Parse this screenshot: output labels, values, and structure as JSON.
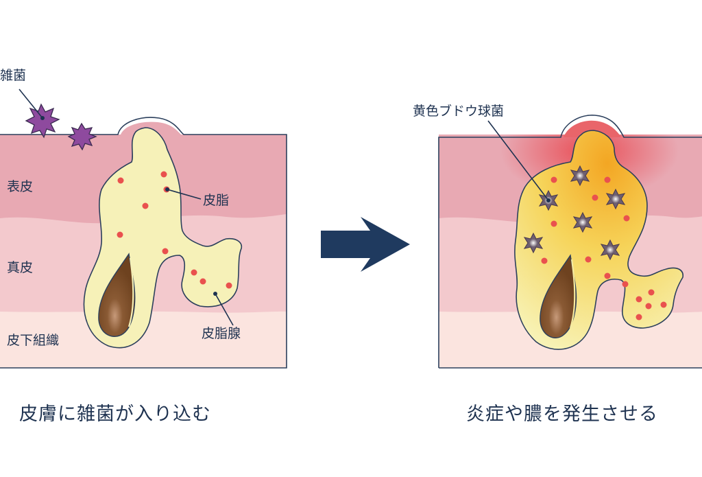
{
  "left_panel": {
    "labels": {
      "bacteria": "雑菌",
      "epidermis": "表皮",
      "dermis": "真皮",
      "subcutaneous": "皮下組織",
      "sebum": "皮脂",
      "sebaceous_gland": "皮脂腺"
    },
    "caption": "皮膚に雑菌が入り込む"
  },
  "right_panel": {
    "labels": {
      "staph": "黄色ブドウ球菌"
    },
    "caption": "炎症や膿を発生させる"
  },
  "colors": {
    "outline": "#2b3f5c",
    "epidermis": "#e8a9b3",
    "dermis": "#f3c9cd",
    "subcutaneous": "#fbe4df",
    "sebum": "#f6f1b8",
    "pus": "#f4b528",
    "arrow": "#1f3a5f",
    "bacteria": "#8e4a9e",
    "hair": "#7a4a24",
    "dots": "#e9514e",
    "text": "#1e3250"
  },
  "icons": [
    "bacteria-icon",
    "staph-icon",
    "arrow-right-icon",
    "hair-icon"
  ]
}
